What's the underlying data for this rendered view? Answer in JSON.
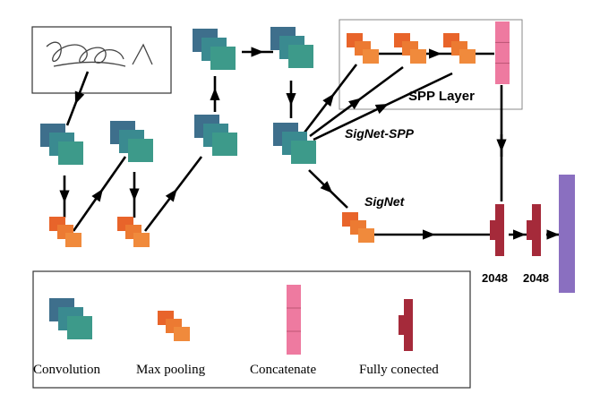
{
  "labels": {
    "spp_layer": "SPP Layer",
    "signet_spp": "SigNet-SPP",
    "signet": "SigNet",
    "fc1_size": "2048",
    "fc2_size": "2048"
  },
  "legend": {
    "convolution": "Convolution",
    "max_pooling": "Max pooling",
    "concatenate": "Concatenate",
    "fully_connected": "Fully conected"
  },
  "colors": {
    "conv_dark": "#3e6f8c",
    "conv_mid": "#3a8a90",
    "conv_light": "#3d9a8a",
    "pool_dark": "#e8642a",
    "pool_light": "#f08a3c",
    "concat": "#ee7aa0",
    "fc": "#a52a3a",
    "output": "#8a6fc0",
    "arrow": "#000000"
  }
}
